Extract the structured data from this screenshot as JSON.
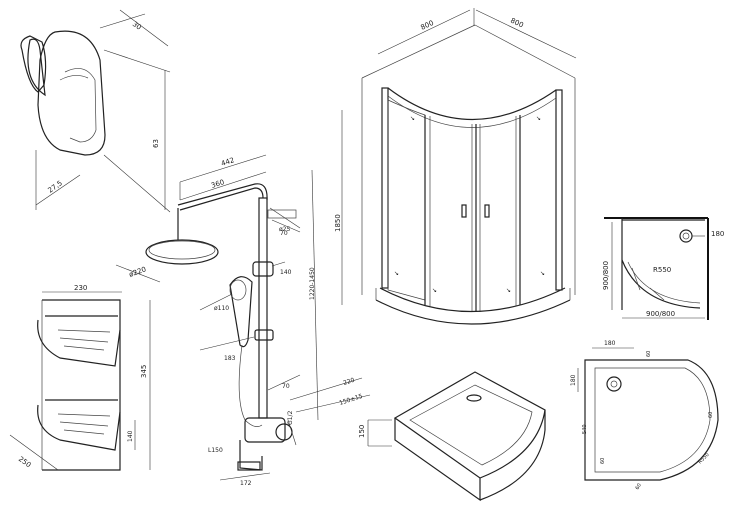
{
  "colors": {
    "line": "#222222",
    "background": "#ffffff"
  },
  "holder": {
    "width": "30",
    "height": "63",
    "depth": "27,5"
  },
  "mixer": {
    "rail_outer": "442",
    "rail_inner": "360",
    "arm": "ø25",
    "head": "ø220",
    "hand_shower": "ø110",
    "slider": "183",
    "mount": "70",
    "height_range": "1220-1450",
    "spacing_a": "220",
    "spacing_b": "150±15",
    "valve": "G1/2",
    "spout_low": "L150",
    "spout_dim": "172",
    "right_off": "140"
  },
  "enclosure": {
    "width_left": "800",
    "width_right": "800",
    "height": "1850"
  },
  "plan": {
    "right_dim": "180",
    "side_dim": "900/800",
    "radius": "R550",
    "bottom_dim": "900/800"
  },
  "shelf": {
    "width": "230",
    "height": "345",
    "tier": "140",
    "depth": "250"
  },
  "tray": {
    "height": "150"
  },
  "tray_plan": {
    "top_dim": "180",
    "left_dim": "180",
    "top_right": "60",
    "left_side": "540",
    "right_side": "60",
    "radius": "R550",
    "bottom": "60",
    "side_b": "60"
  }
}
